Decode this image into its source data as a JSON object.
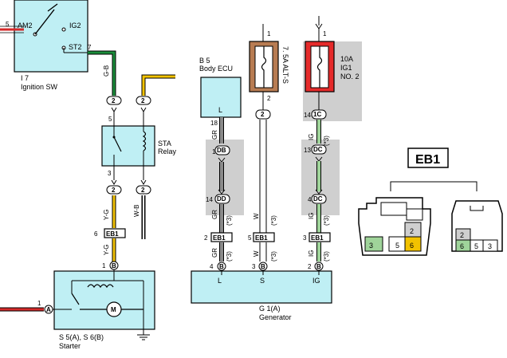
{
  "colors": {
    "component_fill": "#bfeff4",
    "wire_red": "#d42a2a",
    "wire_green": "#1a8c3a",
    "wire_yellow": "#f2c200",
    "wire_gray": "#8a8a8a",
    "wire_light_green": "#9fd49a",
    "fuse_brown": "#b87c52",
    "fuse_red": "#e52a2a",
    "shade_gray": "#cfcfcf"
  },
  "ignition_switch": {
    "ref": "I 7",
    "name": "Ignition SW",
    "pin_am2": "5",
    "label_am2": "AM2",
    "label_ig2": "IG2",
    "label_st2": "ST2",
    "pin_st2": "7",
    "wire_color": "G-B"
  },
  "relay": {
    "name": "STA\nRelay",
    "name_line1": "STA",
    "name_line2": "Relay",
    "pin_top_left": "5",
    "pin_bottom_left": "3",
    "conn_top_left": "2",
    "conn_top_right": "2",
    "conn_bottom_left": "2",
    "conn_bottom_right": "2",
    "wire_yg": "Y-G",
    "wire_wb": "W-B"
  },
  "eb1_left": {
    "pin": "6",
    "label": "EB1",
    "wire": "Y-G"
  },
  "starter": {
    "ref": "S 5(A), S 6(B)",
    "name": "Starter",
    "pin_a": "1",
    "conn_a": "A",
    "pin_b": "1",
    "conn_b": "B",
    "motor": "M"
  },
  "body_ecu": {
    "ref": "B 5",
    "name": "Body ECU",
    "terminal": "L",
    "pin": "18",
    "wire": "GR"
  },
  "fuse_alt": {
    "rating": "7. 5A ALT-S",
    "pin_top": "1",
    "pin_bottom": "2",
    "conn": "2"
  },
  "fuse_ig1": {
    "rating_line1": "10A",
    "rating_line2": "IG1",
    "rating_line3": "NO. 2",
    "pin_top": "1",
    "pin_bottom": "14",
    "conn": "1C"
  },
  "junctions": {
    "db_pin": "1",
    "db_label": "DB",
    "dd_pin": "14",
    "dd_label": "DD",
    "dc1_pin": "13",
    "dc1_label": "DC",
    "dc2_pin": "4",
    "dc2_label": "DC"
  },
  "wire_labels": {
    "gr": "GR",
    "w": "W",
    "ig": "IG",
    "star3": "(*3)"
  },
  "eb1_row": {
    "pin_1": "2",
    "pin_2": "5",
    "pin_3": "3",
    "label": "EB1"
  },
  "generator": {
    "ref": "G 1(A)",
    "name": "Generator",
    "pin_l": "4",
    "pin_s": "3",
    "pin_ig": "2",
    "conn": "B",
    "terminal_l": "L",
    "terminal_s": "S",
    "terminal_ig": "IG"
  },
  "connector_view": {
    "title": "EB1",
    "left": {
      "cells": [
        "3",
        "5",
        "6",
        "2"
      ]
    },
    "right": {
      "cells": [
        "2",
        "6",
        "5",
        "3"
      ]
    }
  }
}
